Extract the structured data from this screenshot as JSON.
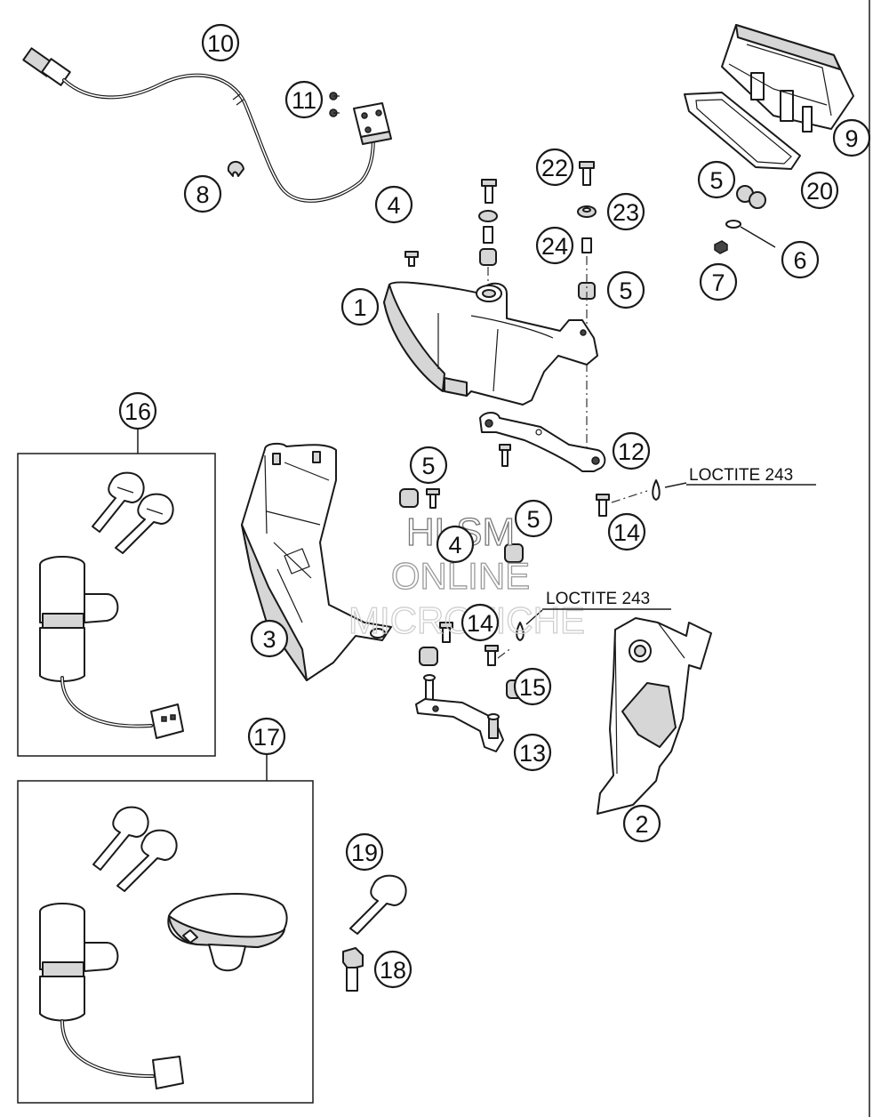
{
  "callouts": {
    "c1": "1",
    "c2": "2",
    "c3": "3",
    "c4a": "4",
    "c4b": "4",
    "c5a": "5",
    "c5b": "5",
    "c5c": "5",
    "c5d": "5",
    "c6": "6",
    "c7": "7",
    "c8": "8",
    "c9": "9",
    "c10": "10",
    "c11": "11",
    "c12": "12",
    "c13": "13",
    "c14a": "14",
    "c14b": "14",
    "c15": "15",
    "c16": "16",
    "c17": "17",
    "c18": "18",
    "c19": "19",
    "c20": "20",
    "c22": "22",
    "c23": "23",
    "c24": "24"
  },
  "notes": {
    "loctite_top": "LOCTITE 243",
    "loctite_mid": "LOCTITE 243"
  },
  "watermark": {
    "line1": "HLSM",
    "line2": "ONLINE",
    "line3": "MICROFICHE"
  }
}
